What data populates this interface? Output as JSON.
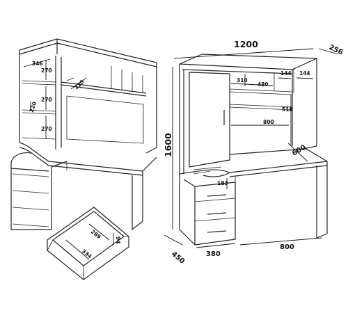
{
  "left_view": {
    "dims": {
      "shelf_depth": "346",
      "shelf_h1": "270",
      "shelf_h2": "270",
      "shelf_h3": "270",
      "upper_gap": "220",
      "side_gap": "220"
    },
    "drawer_detail": {
      "inner_length": "289",
      "inner_width": "334",
      "inner_height": "94"
    }
  },
  "right_view": {
    "dims": {
      "total_width": "1200",
      "top_depth": "256",
      "total_height": "1600",
      "shelf_310": "310",
      "shelf_480": "480",
      "niche_144a": "144",
      "niche_144b": "144",
      "niche_height": "518",
      "desk_opening": "800",
      "desk_depth": "600",
      "drawer_gap": "183",
      "base_depth": "450",
      "pedestal_width": "380",
      "leg_span": "800"
    }
  }
}
